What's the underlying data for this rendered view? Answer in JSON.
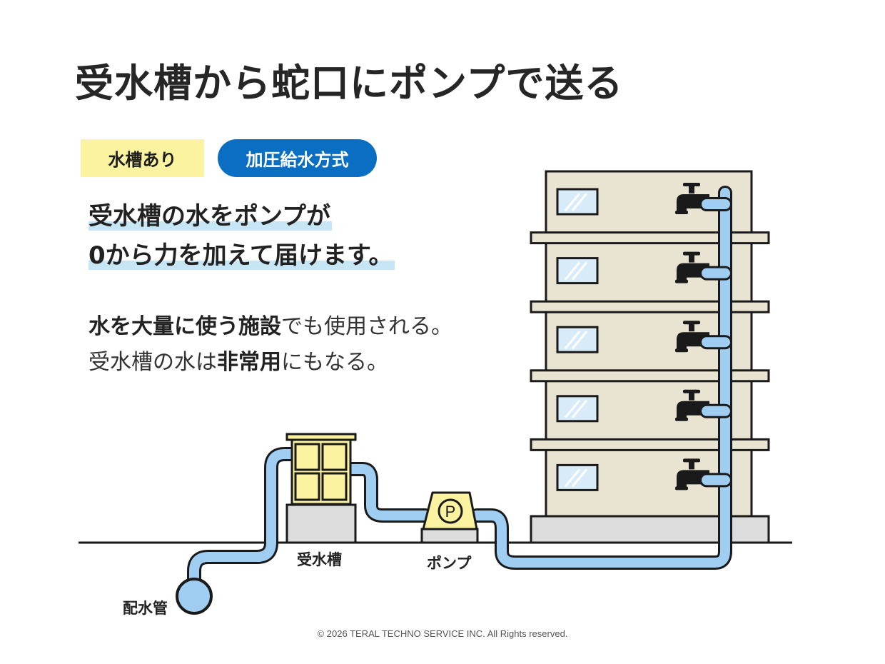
{
  "title": "受水槽から蛇口にポンプで送る",
  "tags": {
    "primary": "水槽あり",
    "secondary": "加圧給水方式"
  },
  "lead": {
    "line1": "受水槽の水をポンプが",
    "line2": "0から力を加えて届けます。"
  },
  "body": {
    "line1_bold": "水を大量に使う施設",
    "line1_rest": "でも使用される。",
    "line2_pre": "受水槽の水は",
    "line2_bold": "非常用",
    "line2_post": "にもなる。"
  },
  "diagram": {
    "receiving_tank_label": "受水槽",
    "pump_label": "ポンプ",
    "water_main_label": "配水管",
    "pump_symbol": "P",
    "floors": 5,
    "icons": [
      "faucet-icon",
      "window-icon",
      "pump-icon",
      "tank-icon",
      "pipe-icon"
    ],
    "colors": {
      "pipe": "#a0cdf2",
      "building": "#e9e3d1",
      "tank": "#fbf3a0",
      "base": "#dcdcdc",
      "badge_blue": "#0a6fc2",
      "badge_yellow": "#fbf3a0"
    }
  },
  "footer": {
    "copyright": "© 2026 TERAL TECHNO SERVICE INC. All Rights reserved."
  }
}
